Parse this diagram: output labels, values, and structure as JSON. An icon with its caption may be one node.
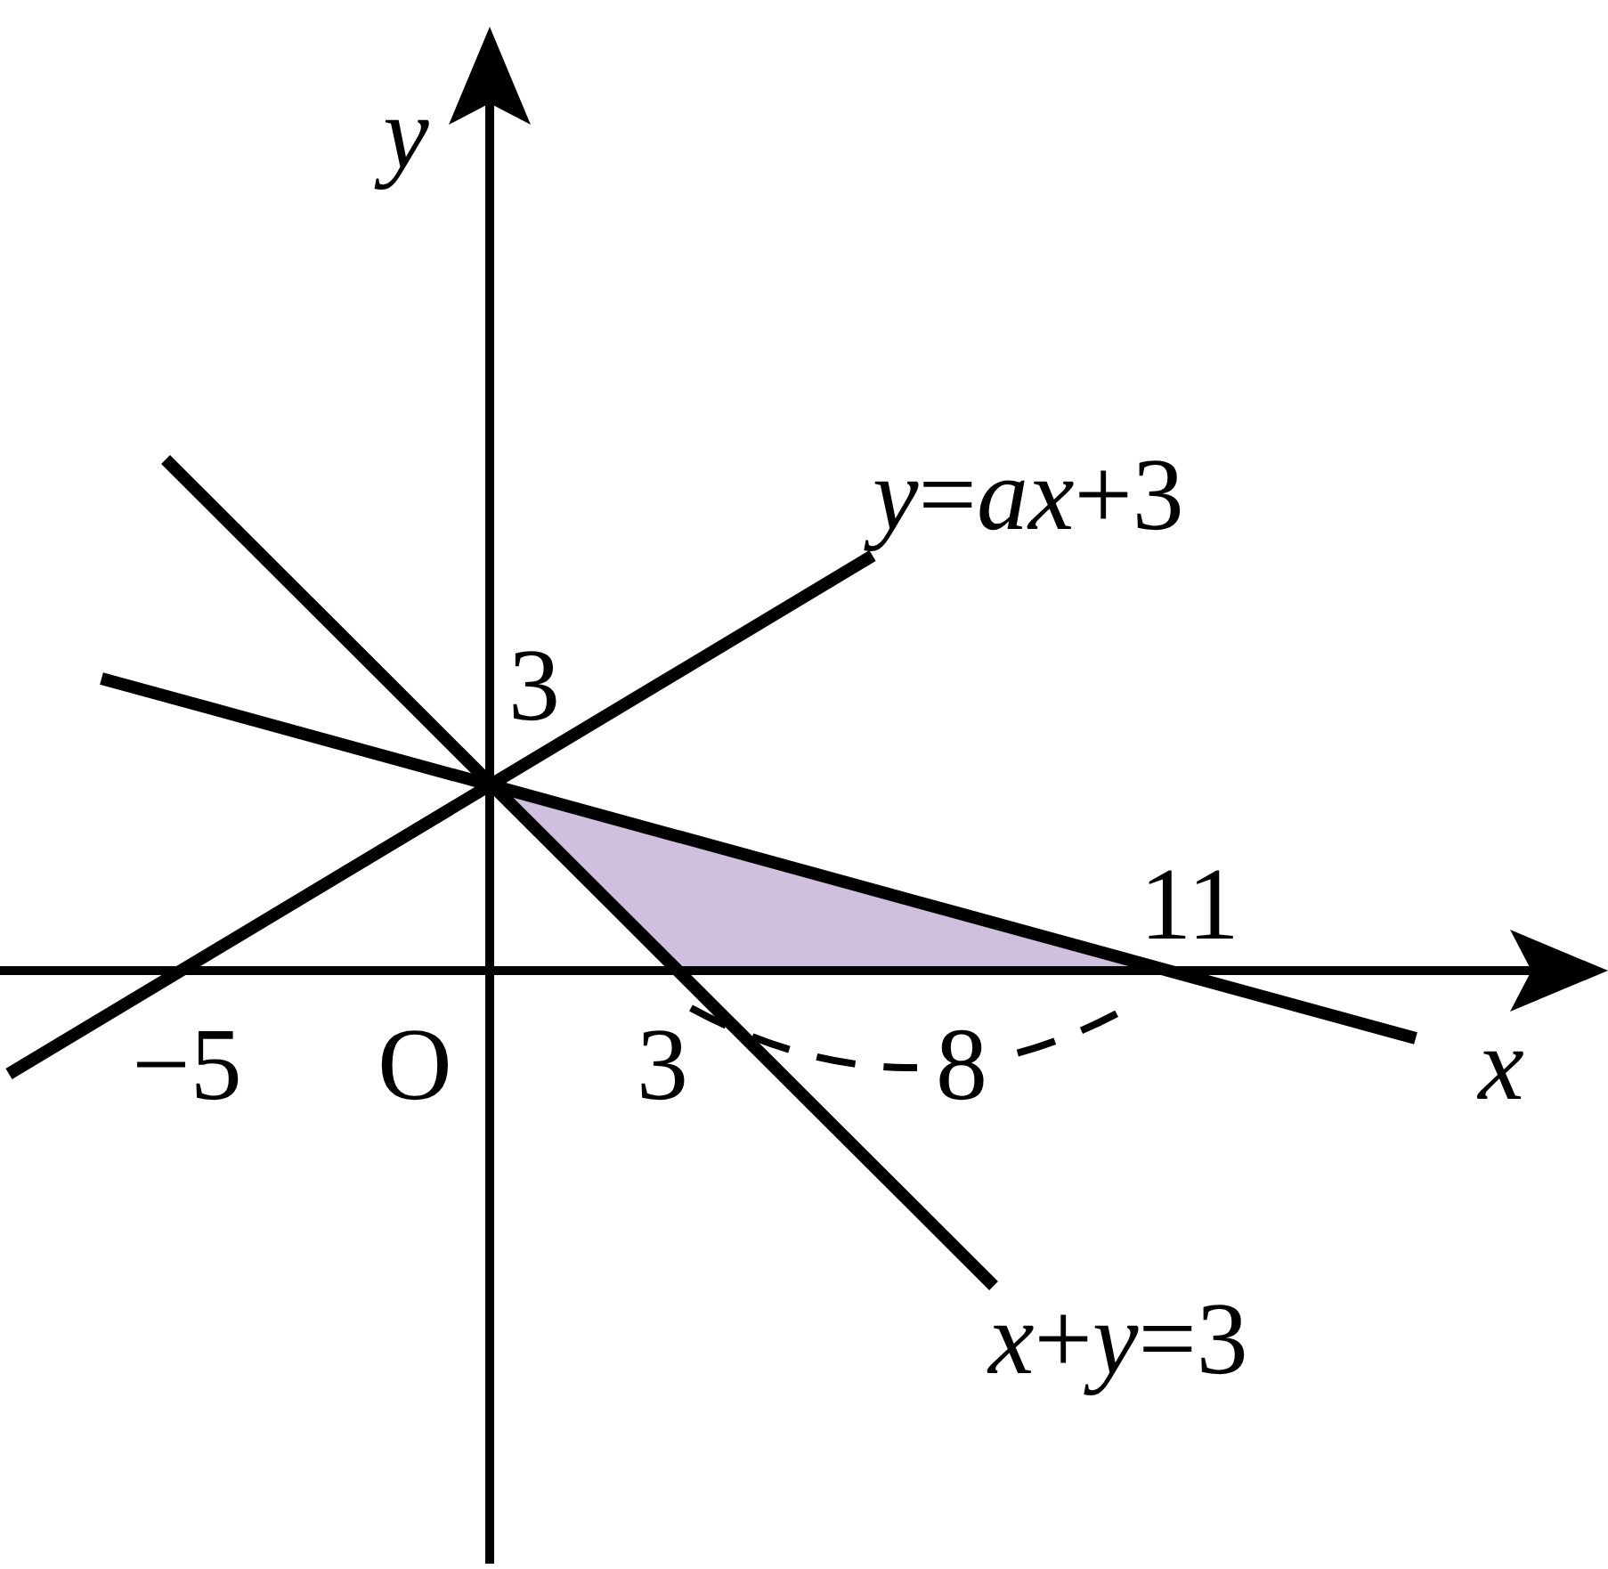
{
  "diagram": {
    "labels": [
      "y",
      "*y*=*ax*+3",
      "3",
      "11",
      "−5",
      "O",
      "3",
      "8",
      "x",
      "*x*+*y*=3"
    ]
  }
}
